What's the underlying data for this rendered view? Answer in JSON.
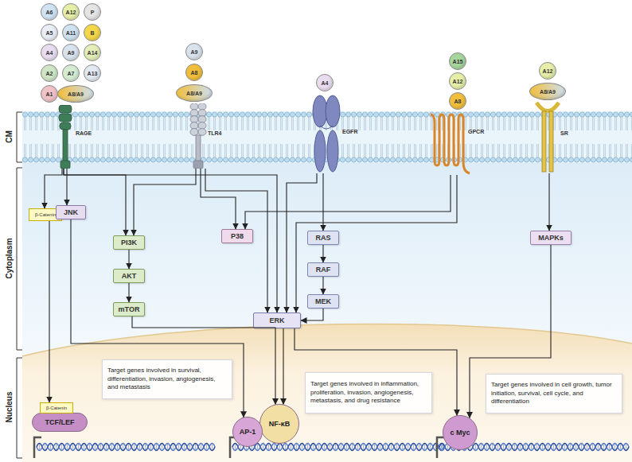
{
  "diagram": {
    "nodes": [
      {
        "text": [
          "A6"
        ]
      },
      {
        "text": [
          "A12"
        ]
      },
      {
        "text": [
          "P"
        ]
      },
      {
        "text": [
          "A5"
        ]
      },
      {
        "text": [
          "A11"
        ]
      },
      {
        "text": [
          "B"
        ]
      },
      {
        "text": [
          "A4"
        ]
      },
      {
        "text": [
          "A9"
        ]
      },
      {
        "text": [
          "A14"
        ]
      },
      {
        "text": [
          "A2"
        ]
      },
      {
        "text": [
          "A7"
        ]
      },
      {
        "text": [
          "A13"
        ]
      },
      {
        "text": [
          "A1"
        ]
      },
      {
        "text": [
          "A8/A9"
        ]
      },
      {
        "text": [
          "A9"
        ]
      },
      {
        "text": [
          "A8"
        ]
      },
      {
        "text": [
          "A8/A9"
        ]
      },
      {
        "text": [
          "A4"
        ]
      },
      {
        "text": [
          "A15"
        ]
      },
      {
        "text": [
          "A12"
        ]
      },
      {
        "text": [
          "A8"
        ]
      },
      {
        "text": [
          "A12"
        ]
      },
      {
        "text": [
          "A8/A9"
        ]
      },
      {
        "text": [
          "RAGE"
        ]
      },
      {
        "text": [
          "TLR4"
        ]
      },
      {
        "text": [
          "EGFR"
        ]
      },
      {
        "text": [
          "GPCR"
        ]
      },
      {
        "text": [
          "SR"
        ]
      },
      {
        "text": [
          "β-Catenin"
        ]
      },
      {
        "text": [
          "JNK"
        ]
      },
      {
        "text": [
          "PI3K"
        ]
      },
      {
        "text": [
          "P38"
        ]
      },
      {
        "text": [
          "RAS"
        ]
      },
      {
        "text": [
          "AKT"
        ]
      },
      {
        "text": [
          "RAF"
        ]
      },
      {
        "text": [
          "MEK"
        ]
      },
      {
        "text": [
          "mTOR"
        ]
      },
      {
        "text": [
          "ERK"
        ]
      },
      {
        "text": [
          "MAPKs"
        ]
      },
      {
        "text": [
          "Target genes involved in survival, differentiation, invasion, angiogenesis, and metastasis"
        ]
      },
      {
        "text": [
          "Target genes involved in inflammation, proliferation, invasion, angiogenesis, metastasis, and drug resistance"
        ]
      },
      {
        "text": [
          "Target genes involved in cell growth, tumor initiation, survival, cell cycle, and differentiation"
        ]
      },
      {
        "text": [
          "β-Catenin"
        ]
      },
      {
        "text": [
          "TCF/LEF"
        ]
      },
      {
        "text": [
          "AP-1"
        ]
      },
      {
        "text": [
          "NF-κB"
        ]
      },
      {
        "text": [
          "c Myc"
        ]
      }
    ],
    "edges": [
      {
        "from": 23,
        "to": 28,
        "arrow": "to"
      },
      {
        "from": 23,
        "to": 29,
        "arrow": "to"
      },
      {
        "from": 23,
        "to": 30,
        "arrow": "to"
      },
      {
        "from": 23,
        "to": 37,
        "arrow": "to"
      },
      {
        "from": 24,
        "to": 30,
        "arrow": "to"
      },
      {
        "from": 24,
        "to": 31,
        "arrow": "to"
      },
      {
        "from": 24,
        "to": 37,
        "arrow": "to"
      },
      {
        "from": 25,
        "to": 32,
        "arrow": "to"
      },
      {
        "from": 25,
        "to": 37,
        "arrow": "to"
      },
      {
        "from": 26,
        "to": 31,
        "arrow": "to"
      },
      {
        "from": 26,
        "to": 37,
        "arrow": "to"
      },
      {
        "from": 32,
        "to": 34,
        "arrow": "to"
      },
      {
        "from": 34,
        "to": 35,
        "arrow": "to"
      },
      {
        "from": 35,
        "to": 37,
        "arrow": "to"
      },
      {
        "from": 27,
        "to": 38,
        "arrow": "to"
      },
      {
        "from": 30,
        "to": 33,
        "arrow": "to"
      },
      {
        "from": 33,
        "to": 36,
        "arrow": "to"
      },
      {
        "from": 28,
        "to": 42,
        "arrow": "to"
      },
      {
        "from": 29,
        "to": 44,
        "arrow": "to"
      },
      {
        "from": 36,
        "to": 45,
        "arrow": "to"
      },
      {
        "from": 37,
        "to": 45,
        "arrow": "to"
      },
      {
        "from": 37,
        "to": 46,
        "arrow": "to"
      },
      {
        "from": 38,
        "to": 46,
        "arrow": "to"
      }
    ],
    "labels": [
      "CM",
      "Cytoplasm",
      "Nucleus"
    ]
  }
}
